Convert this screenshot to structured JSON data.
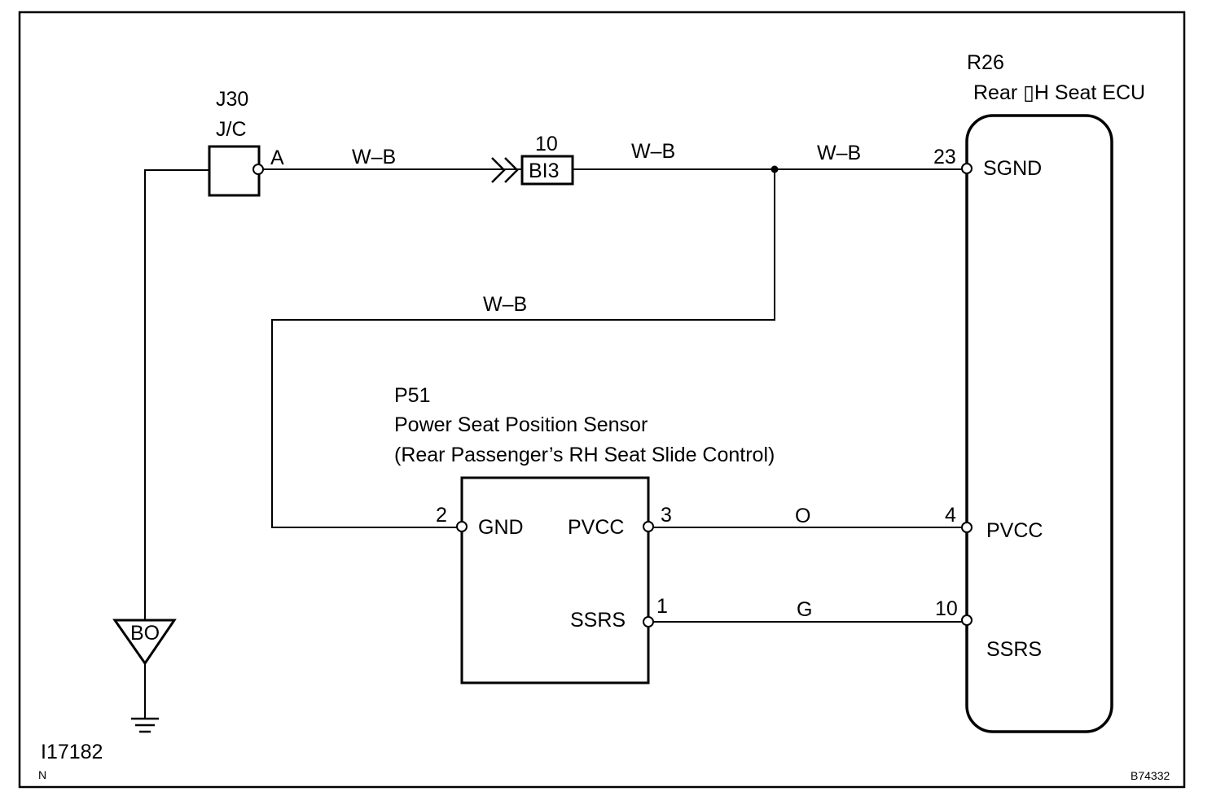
{
  "components": {
    "jc": {
      "code": "J30",
      "name": "J/C",
      "terminal": "A"
    },
    "connector": {
      "pin": "10",
      "code": "BI3"
    },
    "ecu": {
      "code": "R26",
      "name": "Rear ▯H Seat ECU"
    },
    "sensor": {
      "code": "P51",
      "name": "Power Seat Position Sensor",
      "subtitle": "(Rear Passenger’s RH Seat Slide Control)"
    },
    "ground": {
      "code": "BO"
    }
  },
  "wires": {
    "jc_to_connector": "W–B",
    "connector_to_junction": "W–B",
    "junction_to_ecu": "W–B",
    "junction_to_sensor": "W–B",
    "pvcc": "O",
    "ssrs": "G"
  },
  "sensor_pins": {
    "gnd": {
      "number": "2",
      "label": "GND"
    },
    "pvcc": {
      "number": "3",
      "label": "PVCC"
    },
    "ssrs": {
      "number": "1",
      "label": "SSRS"
    }
  },
  "ecu_pins": {
    "sgnd": {
      "number": "23",
      "label": "SGND"
    },
    "pvcc": {
      "number": "4",
      "label": "PVCC"
    },
    "ssrs": {
      "number": "10",
      "label": "SSRS"
    }
  },
  "footer": {
    "diagram_id": "I17182",
    "mark": "N",
    "figure_code": "B74332"
  }
}
